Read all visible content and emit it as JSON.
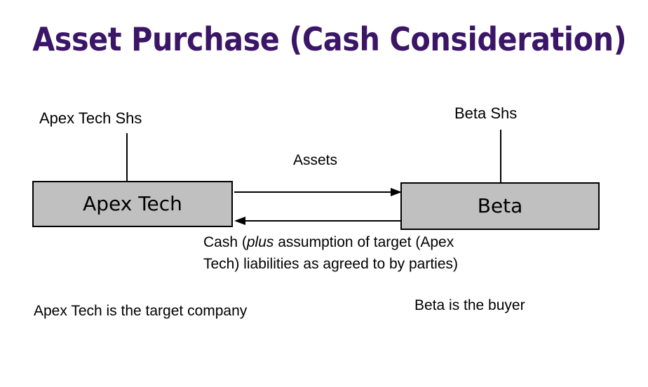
{
  "slide": {
    "title": "Asset Purchase (Cash Consideration)",
    "title_color": "#3B1667",
    "background_color": "#FFFFFF"
  },
  "diagram": {
    "box_fill_color": "#C0C0C0",
    "box_border_color": "#000000",
    "entities": [
      {
        "id": "apex",
        "label": "Apex Tech",
        "shareholders_label": "Apex Tech Shs"
      },
      {
        "id": "beta",
        "label": "Beta",
        "shareholders_label": "Beta Shs"
      }
    ],
    "flows": [
      {
        "id": "assets",
        "label": "Assets",
        "direction": "right",
        "from": "Apex Tech",
        "to": "Beta"
      },
      {
        "id": "cash",
        "label_parts": {
          "before": "Cash (",
          "italic": "plus",
          "after": " assumption of target (Apex Tech) liabilities as agreed to by parties)"
        },
        "direction": "left",
        "from": "Beta",
        "to": "Apex Tech"
      }
    ]
  },
  "captions": {
    "target": "Apex Tech is the target company",
    "buyer": "Beta is the buyer"
  }
}
